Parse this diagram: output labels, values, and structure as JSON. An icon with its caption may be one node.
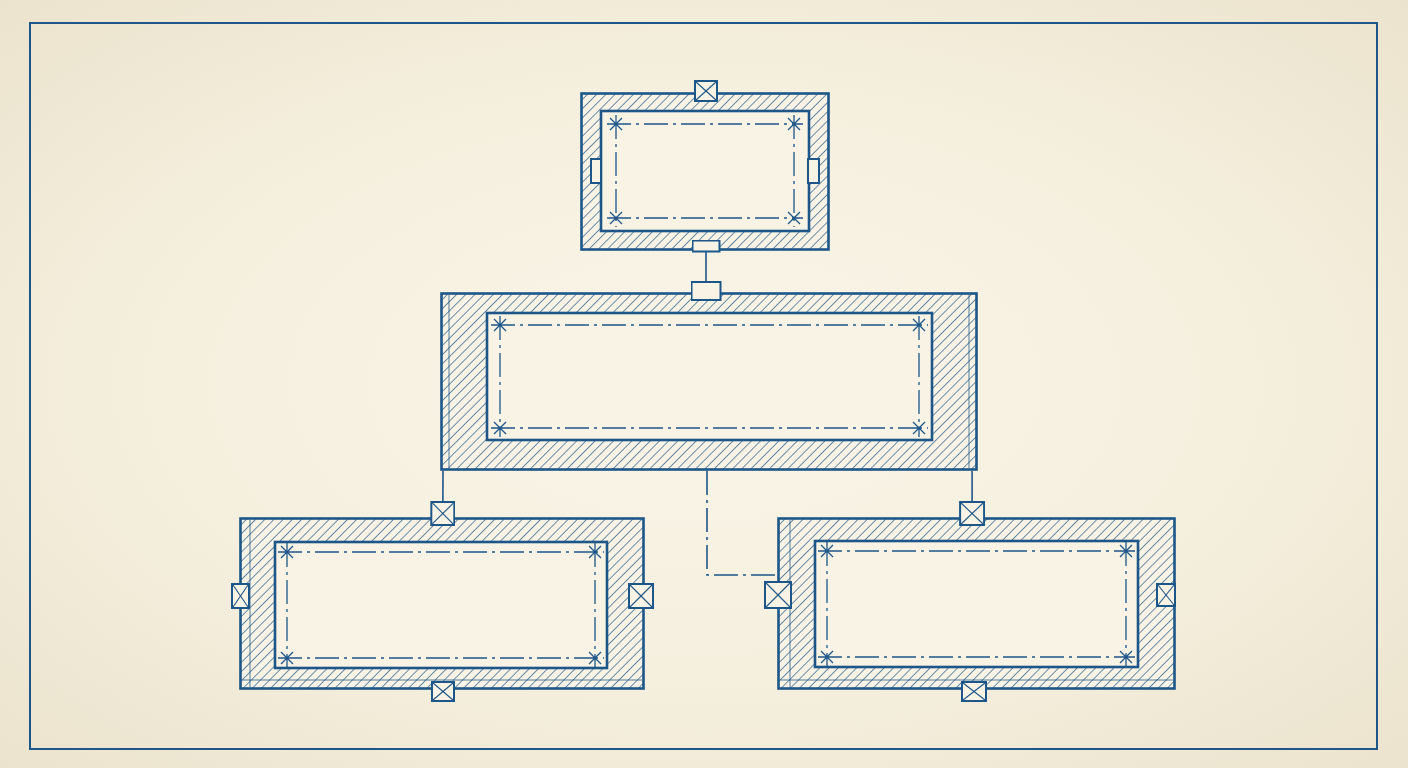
{
  "diagram": {
    "nodes": [
      {
        "text": [],
        "shape": "box"
      },
      {
        "text": [],
        "shape": "box"
      },
      {
        "text": [],
        "shape": "box"
      },
      {
        "text": [],
        "shape": "box"
      }
    ],
    "edges": [
      {
        "from": 0,
        "to": 1,
        "arrow": "other"
      },
      {
        "from": 1,
        "to": 2,
        "arrow": "other"
      },
      {
        "from": 1,
        "to": 3,
        "arrow": "other"
      },
      {
        "from": 1,
        "to": 3,
        "arrow": "none",
        "style": "dashed"
      }
    ]
  }
}
